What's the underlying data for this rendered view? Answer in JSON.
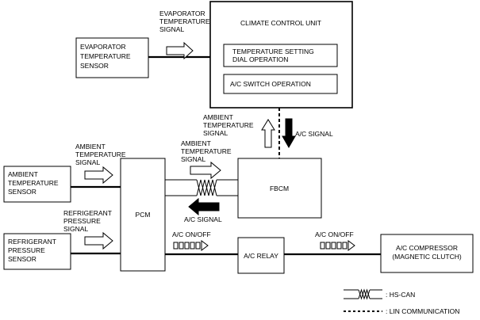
{
  "blocks": {
    "climate_control_unit": "CLIMATE CONTROL UNIT",
    "temp_setting_line1": "TEMPERATURE  SETTING",
    "temp_setting_line2": "DIAL OPERATION",
    "ac_switch_operation": "A/C SWITCH OPERATION",
    "evaporator_sensor_line1": "EVAPORATOR",
    "evaporator_sensor_line2": "TEMPERATURE",
    "evaporator_sensor_line3": "SENSOR",
    "ambient_sensor_line1": "AMBIENT",
    "ambient_sensor_line2": "TEMPERATURE",
    "ambient_sensor_line3": "SENSOR",
    "refrigerant_sensor_line1": "REFRIGERANT",
    "refrigerant_sensor_line2": "PRESSURE",
    "refrigerant_sensor_line3": "SENSOR",
    "pcm": "PCM",
    "fbcm": "FBCM",
    "ac_relay": "A/C RELAY",
    "ac_compressor_line1": "A/C COMPRESSOR",
    "ac_compressor_line2": "(MAGNETIC CLUTCH)"
  },
  "signals": {
    "evap_line1": "EVAPORATOR",
    "evap_line2": "TEMPERATURE",
    "evap_line3": "SIGNAL",
    "amb_ccu_line1": "AMBIENT",
    "amb_ccu_line2": "TEMPERATURE",
    "amb_ccu_line3": "SIGNAL",
    "ac_signal_ccu": "A/C SIGNAL",
    "amb_pcm_line1": "AMBIENT",
    "amb_pcm_line2": "TEMPERATURE",
    "amb_pcm_line3": "SIGNAL",
    "amb_fbcm_line1": "AMBIENT",
    "amb_fbcm_line2": "TEMPERATURE",
    "amb_fbcm_line3": "SIGNAL",
    "ac_signal_pcm": "A/C SIGNAL",
    "refr_line1": "REFRIGERANT",
    "refr_line2": "PRESSURE",
    "refr_line3": "SIGNAL",
    "ac_onoff_relay": "A/C ON/OFF",
    "ac_onoff_comp": "A/C ON/OFF"
  },
  "legend": {
    "hs_can": ": HS-CAN",
    "lin": ": LIN COMMUNICATION"
  }
}
